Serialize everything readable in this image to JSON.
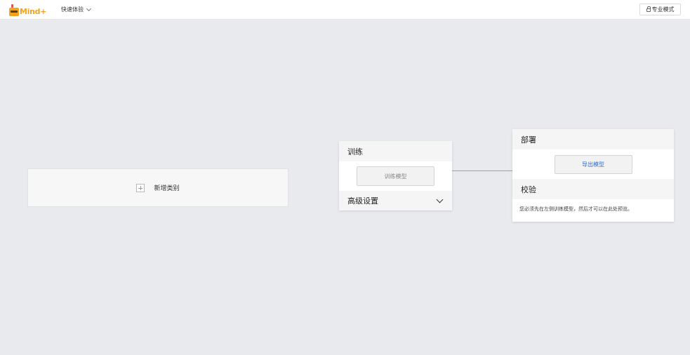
{
  "app": {
    "logo_text": "Mind+",
    "quick_menu_label": "快速体验",
    "pro_mode_label": "专业模式"
  },
  "canvas": {
    "add_class_label": "新增类别"
  },
  "train_card": {
    "title": "训练",
    "train_button_label": "训练模型",
    "advanced_label": "高级设置"
  },
  "deploy_card": {
    "title": "部署",
    "export_button_label": "导出模型",
    "verify_title": "校验",
    "verify_hint": "您必须先在左侧训练模型，然后才可以在此处预览。"
  },
  "colors": {
    "background": "#e9eaee",
    "brand": "#f2a320",
    "link": "#2f6fd6",
    "connector": "#7fa1e8"
  },
  "icons": [
    "mind-plus-logo-icon",
    "chevron-down-icon",
    "lock-icon",
    "plus-icon"
  ]
}
